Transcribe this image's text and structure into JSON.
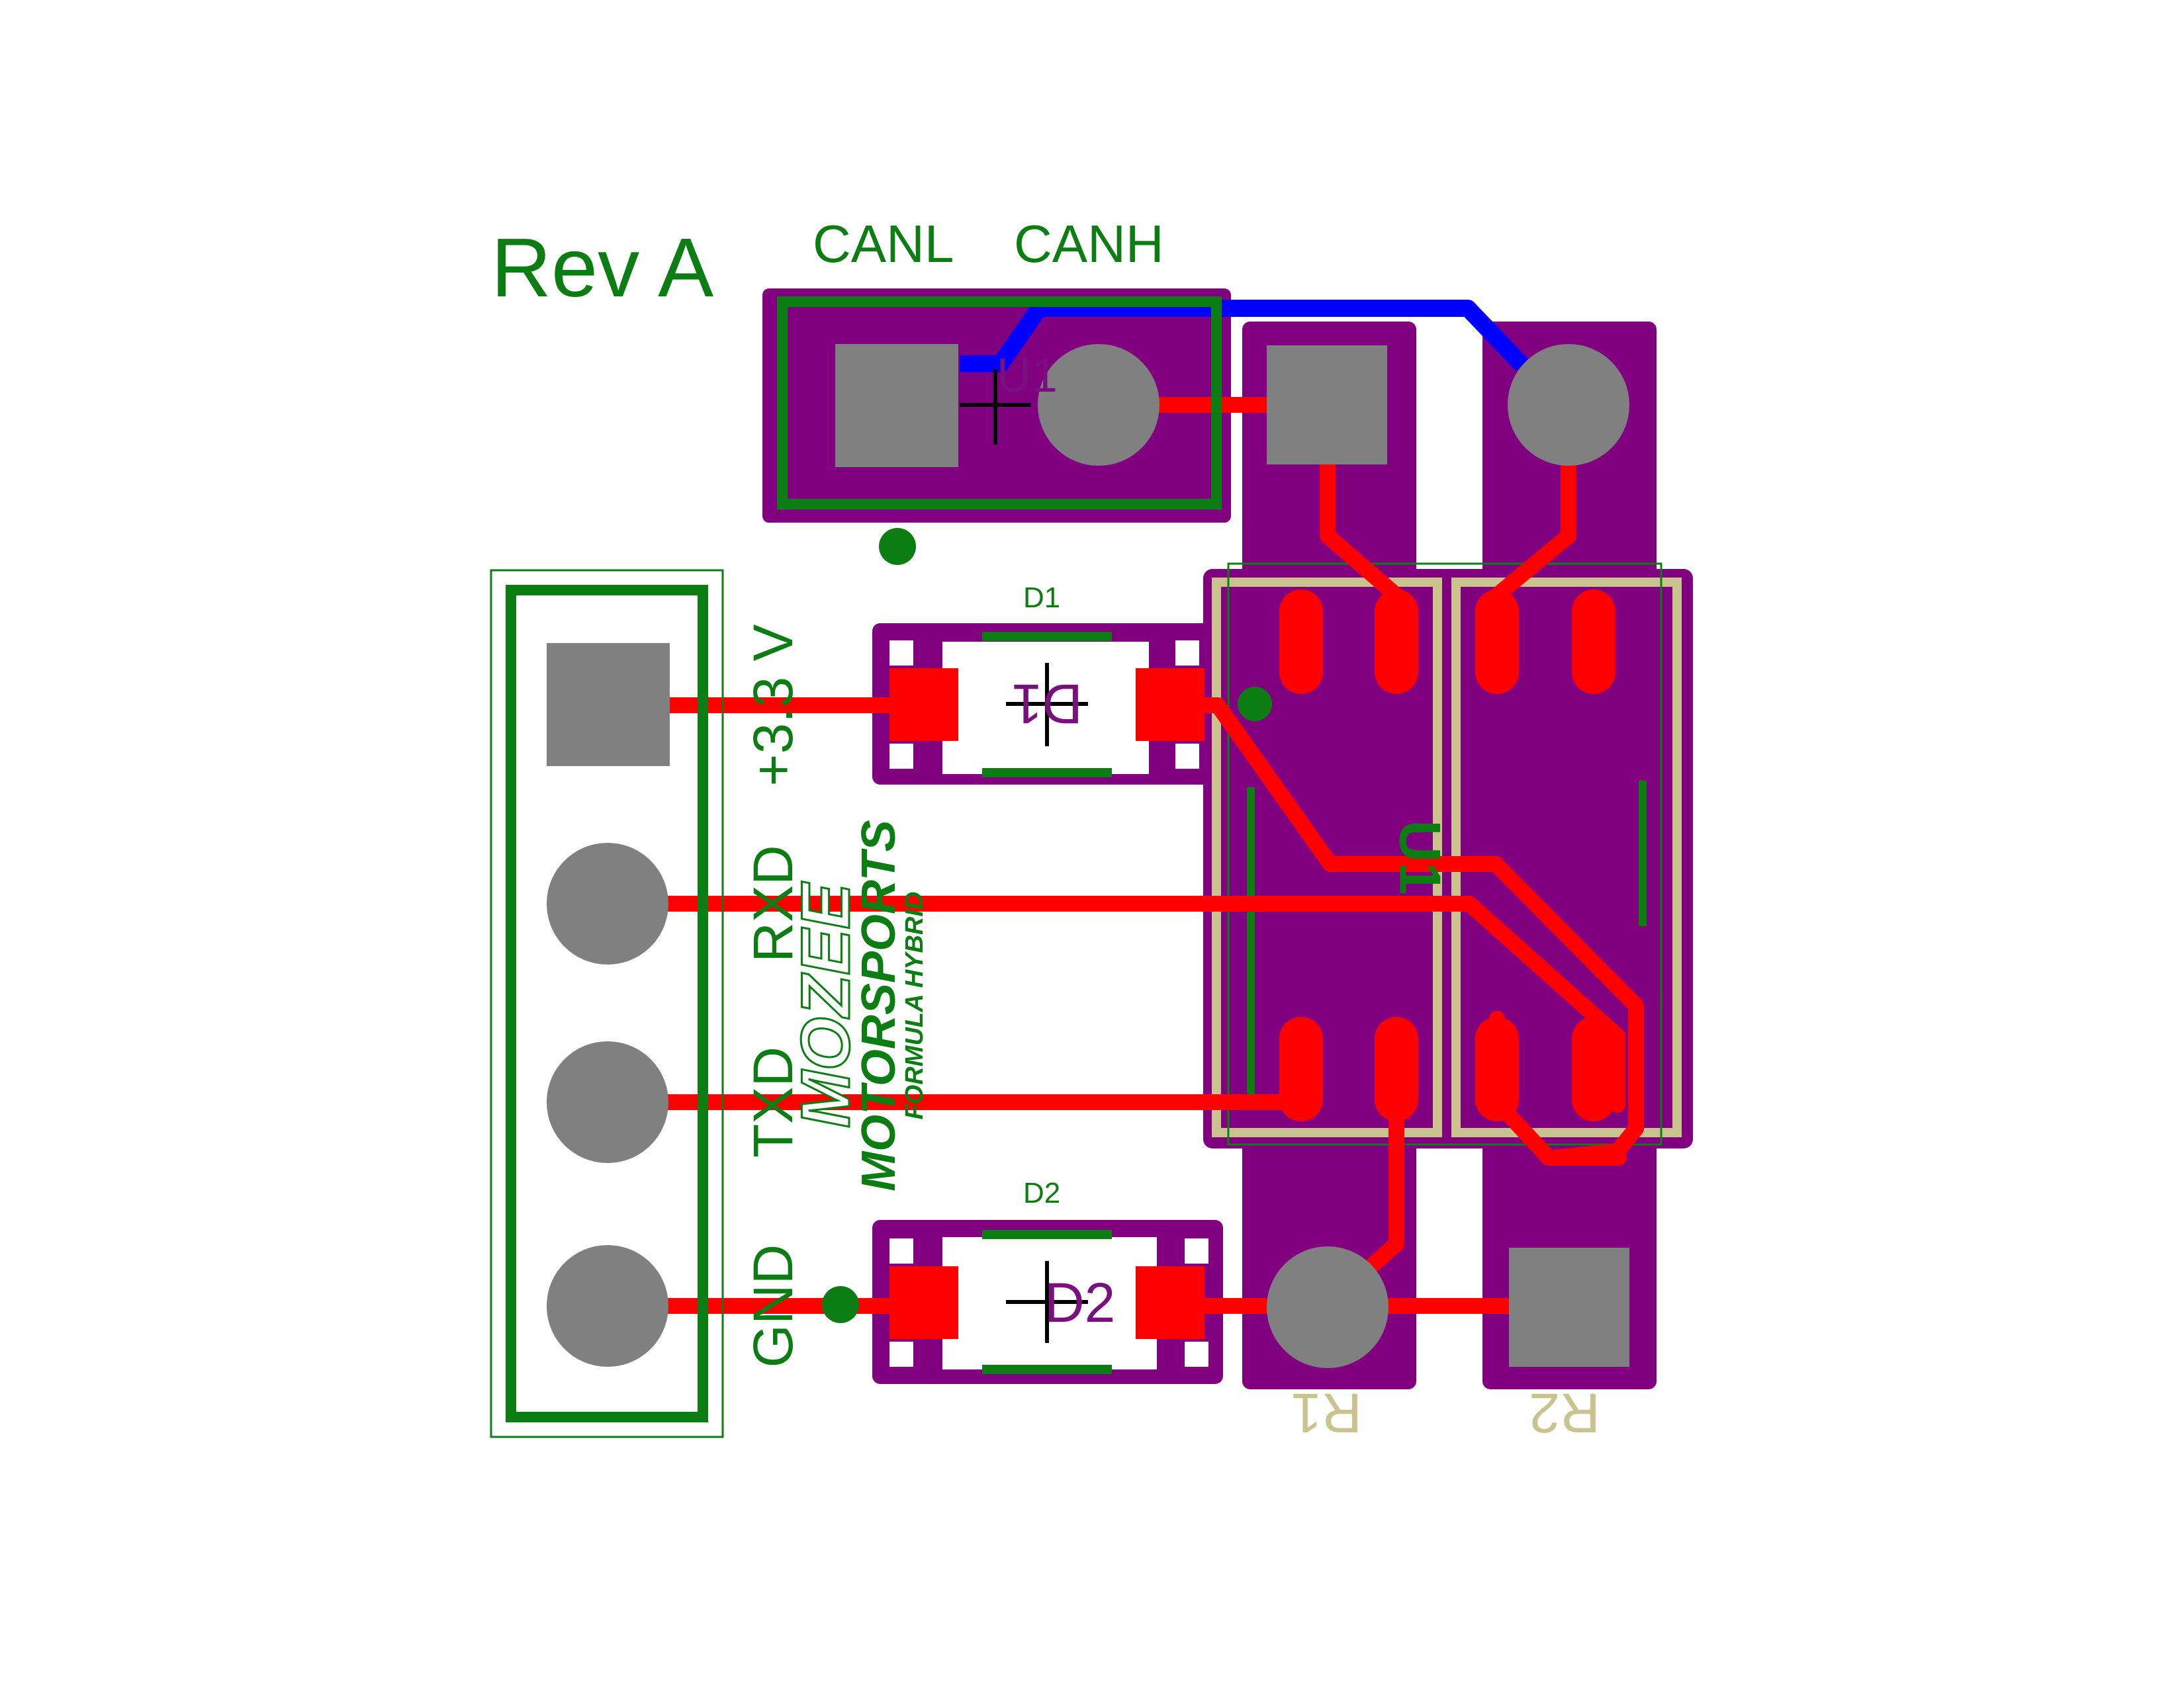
{
  "board": {
    "revision": "Rev A",
    "colors": {
      "background": "#ffffff",
      "silkscreen": "#0b7d12",
      "copper_top": "#ff0000",
      "copper_bottom": "#0000ff",
      "pad": "#808080",
      "mask": "#800080",
      "courtyard": "#cbc38d"
    }
  },
  "connectors": {
    "can": {
      "label_canl": "CANL",
      "label_canh": "CANH",
      "doc_label": "U1"
    },
    "main": {
      "pin1": "+3.3 V",
      "pin2": "RXD",
      "pin3": "TXD",
      "pin4": "GND"
    }
  },
  "parts": {
    "d1": {
      "silk": "D1",
      "doc": "D1"
    },
    "d2": {
      "silk": "D2",
      "doc": "D2"
    },
    "u1": {
      "silk": "U1"
    },
    "r1": {
      "ref": "R1"
    },
    "r2": {
      "ref": "R2"
    }
  },
  "logo": {
    "line1": "MOZEE",
    "line2": "MOTORSPORTS",
    "line3": "FORMULA HYBRID"
  }
}
